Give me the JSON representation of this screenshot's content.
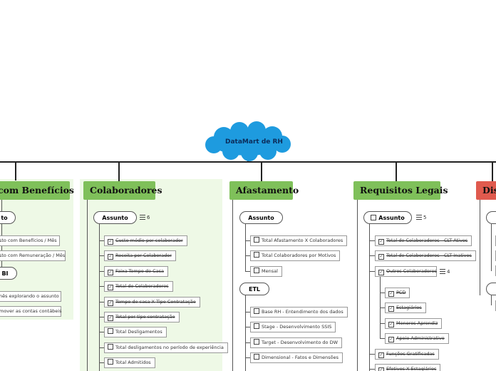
{
  "central": {
    "label": "DataMart de RH"
  },
  "colors": {
    "cloud": "#1e9bdf",
    "green_topic": "#7fc05a",
    "red_topic": "#e05a4e",
    "panel": "#eef9e6"
  },
  "beneficios": {
    "title": "com Benefícios",
    "assunto_label": "to",
    "items": [
      "sto com Benefícios / Mês",
      "sto com Remuneração / Mês"
    ],
    "pbi_label": "BI",
    "pbi_items": [
      "nês explorando o assunto",
      "mover as contas contábeis"
    ]
  },
  "colaboradores": {
    "title": "Colaboradores",
    "assunto_label": "Assunto",
    "assunto_count": "6",
    "items": [
      {
        "label": "Custo médio por colaborador",
        "done": true
      },
      {
        "label": "Receita por Colaborador",
        "done": true
      },
      {
        "label": "Faixa-Tempo de Casa",
        "done": true
      },
      {
        "label": "Total de Colaboradores",
        "done": true
      },
      {
        "label": "Tempo de casa X Tipo Contratação",
        "done": true
      },
      {
        "label": "Total por tipo contratação",
        "done": true
      },
      {
        "label": "Total Desligamentos",
        "done": false
      },
      {
        "label": "Total desligamentos no período de experiência",
        "done": false
      },
      {
        "label": "Total Admitidos",
        "done": false
      }
    ]
  },
  "afastamento": {
    "title": "Afastamento",
    "assunto_label": "Assunto",
    "assunto_items": [
      {
        "label": "Total Afastamento X Colaboradores",
        "done": false
      },
      {
        "label": "Total Colaboradores por Motivos",
        "done": false
      },
      {
        "label": "Mensal",
        "done": false
      }
    ],
    "etl_label": "ETL",
    "etl_items": [
      {
        "label": "Base RH - Entendimento dos dados",
        "done": false
      },
      {
        "label": "Stage - Desenvolvimento SSIS",
        "done": false
      },
      {
        "label": "Target - Desenvolvimento do DW",
        "done": false
      },
      {
        "label": "Dimensional - Fatos e Dimensões",
        "done": false
      }
    ]
  },
  "requisitos": {
    "title": "Requisitos Legais",
    "assunto_label": "Assunto",
    "assunto_count": "5",
    "items": [
      {
        "label": "Total de Colaboradores - CLT Ativos",
        "done": true
      },
      {
        "label": "Total de Colaboradores - CLT Inativos",
        "done": true
      }
    ],
    "outros": {
      "label": "Outros Colaboradores",
      "done": true,
      "count": "4"
    },
    "outros_items": [
      {
        "label": "PCD",
        "done": true
      },
      {
        "label": "Estagiários",
        "done": true
      },
      {
        "label": "Menores Aprendiz",
        "done": true
      },
      {
        "label": "Apoio Administrativo",
        "done": true
      }
    ],
    "more_items": [
      {
        "label": "Funções Gratificadas",
        "done": true
      },
      {
        "label": "Efetivos X Estagiários",
        "done": true
      }
    ]
  },
  "dis": {
    "title": "Dis"
  }
}
